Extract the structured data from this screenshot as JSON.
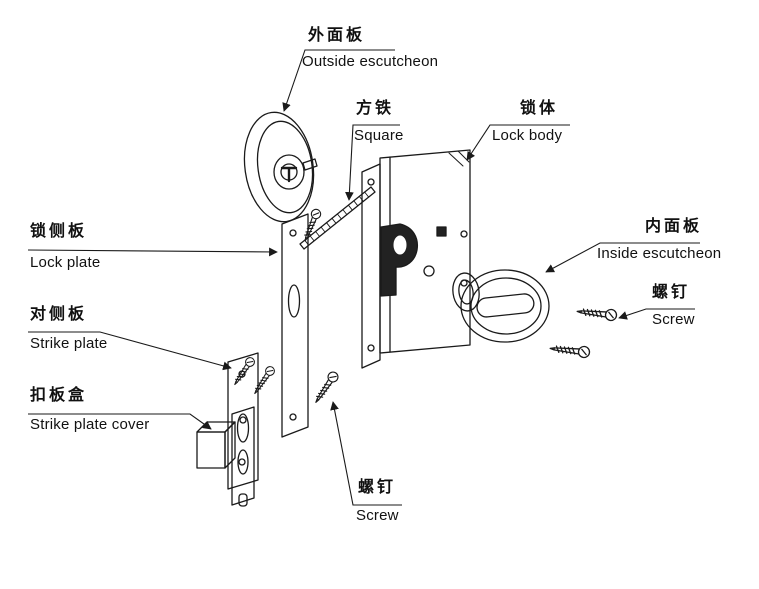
{
  "colors": {
    "ink": "#1a1a1a",
    "background": "#ffffff"
  },
  "diagram": {
    "kind": "exploded-view-lock-assembly"
  },
  "labels": {
    "outside_escutcheon": {
      "zh": "外面板",
      "en": "Outside escutcheon"
    },
    "square": {
      "zh": "方铁",
      "en": "Square"
    },
    "lock_body": {
      "zh": "锁体",
      "en": "Lock body"
    },
    "lock_plate": {
      "zh": "锁侧板",
      "en": "Lock plate"
    },
    "inside_escutcheon": {
      "zh": "内面板",
      "en": "Inside escutcheon"
    },
    "screw_right": {
      "zh": "螺钉",
      "en": "Screw"
    },
    "strike_plate": {
      "zh": "对侧板",
      "en": "Strike plate"
    },
    "strike_plate_cover": {
      "zh": "扣板盒",
      "en": "Strike plate cover"
    },
    "screw_bottom": {
      "zh": "螺钉",
      "en": "Screw"
    }
  }
}
